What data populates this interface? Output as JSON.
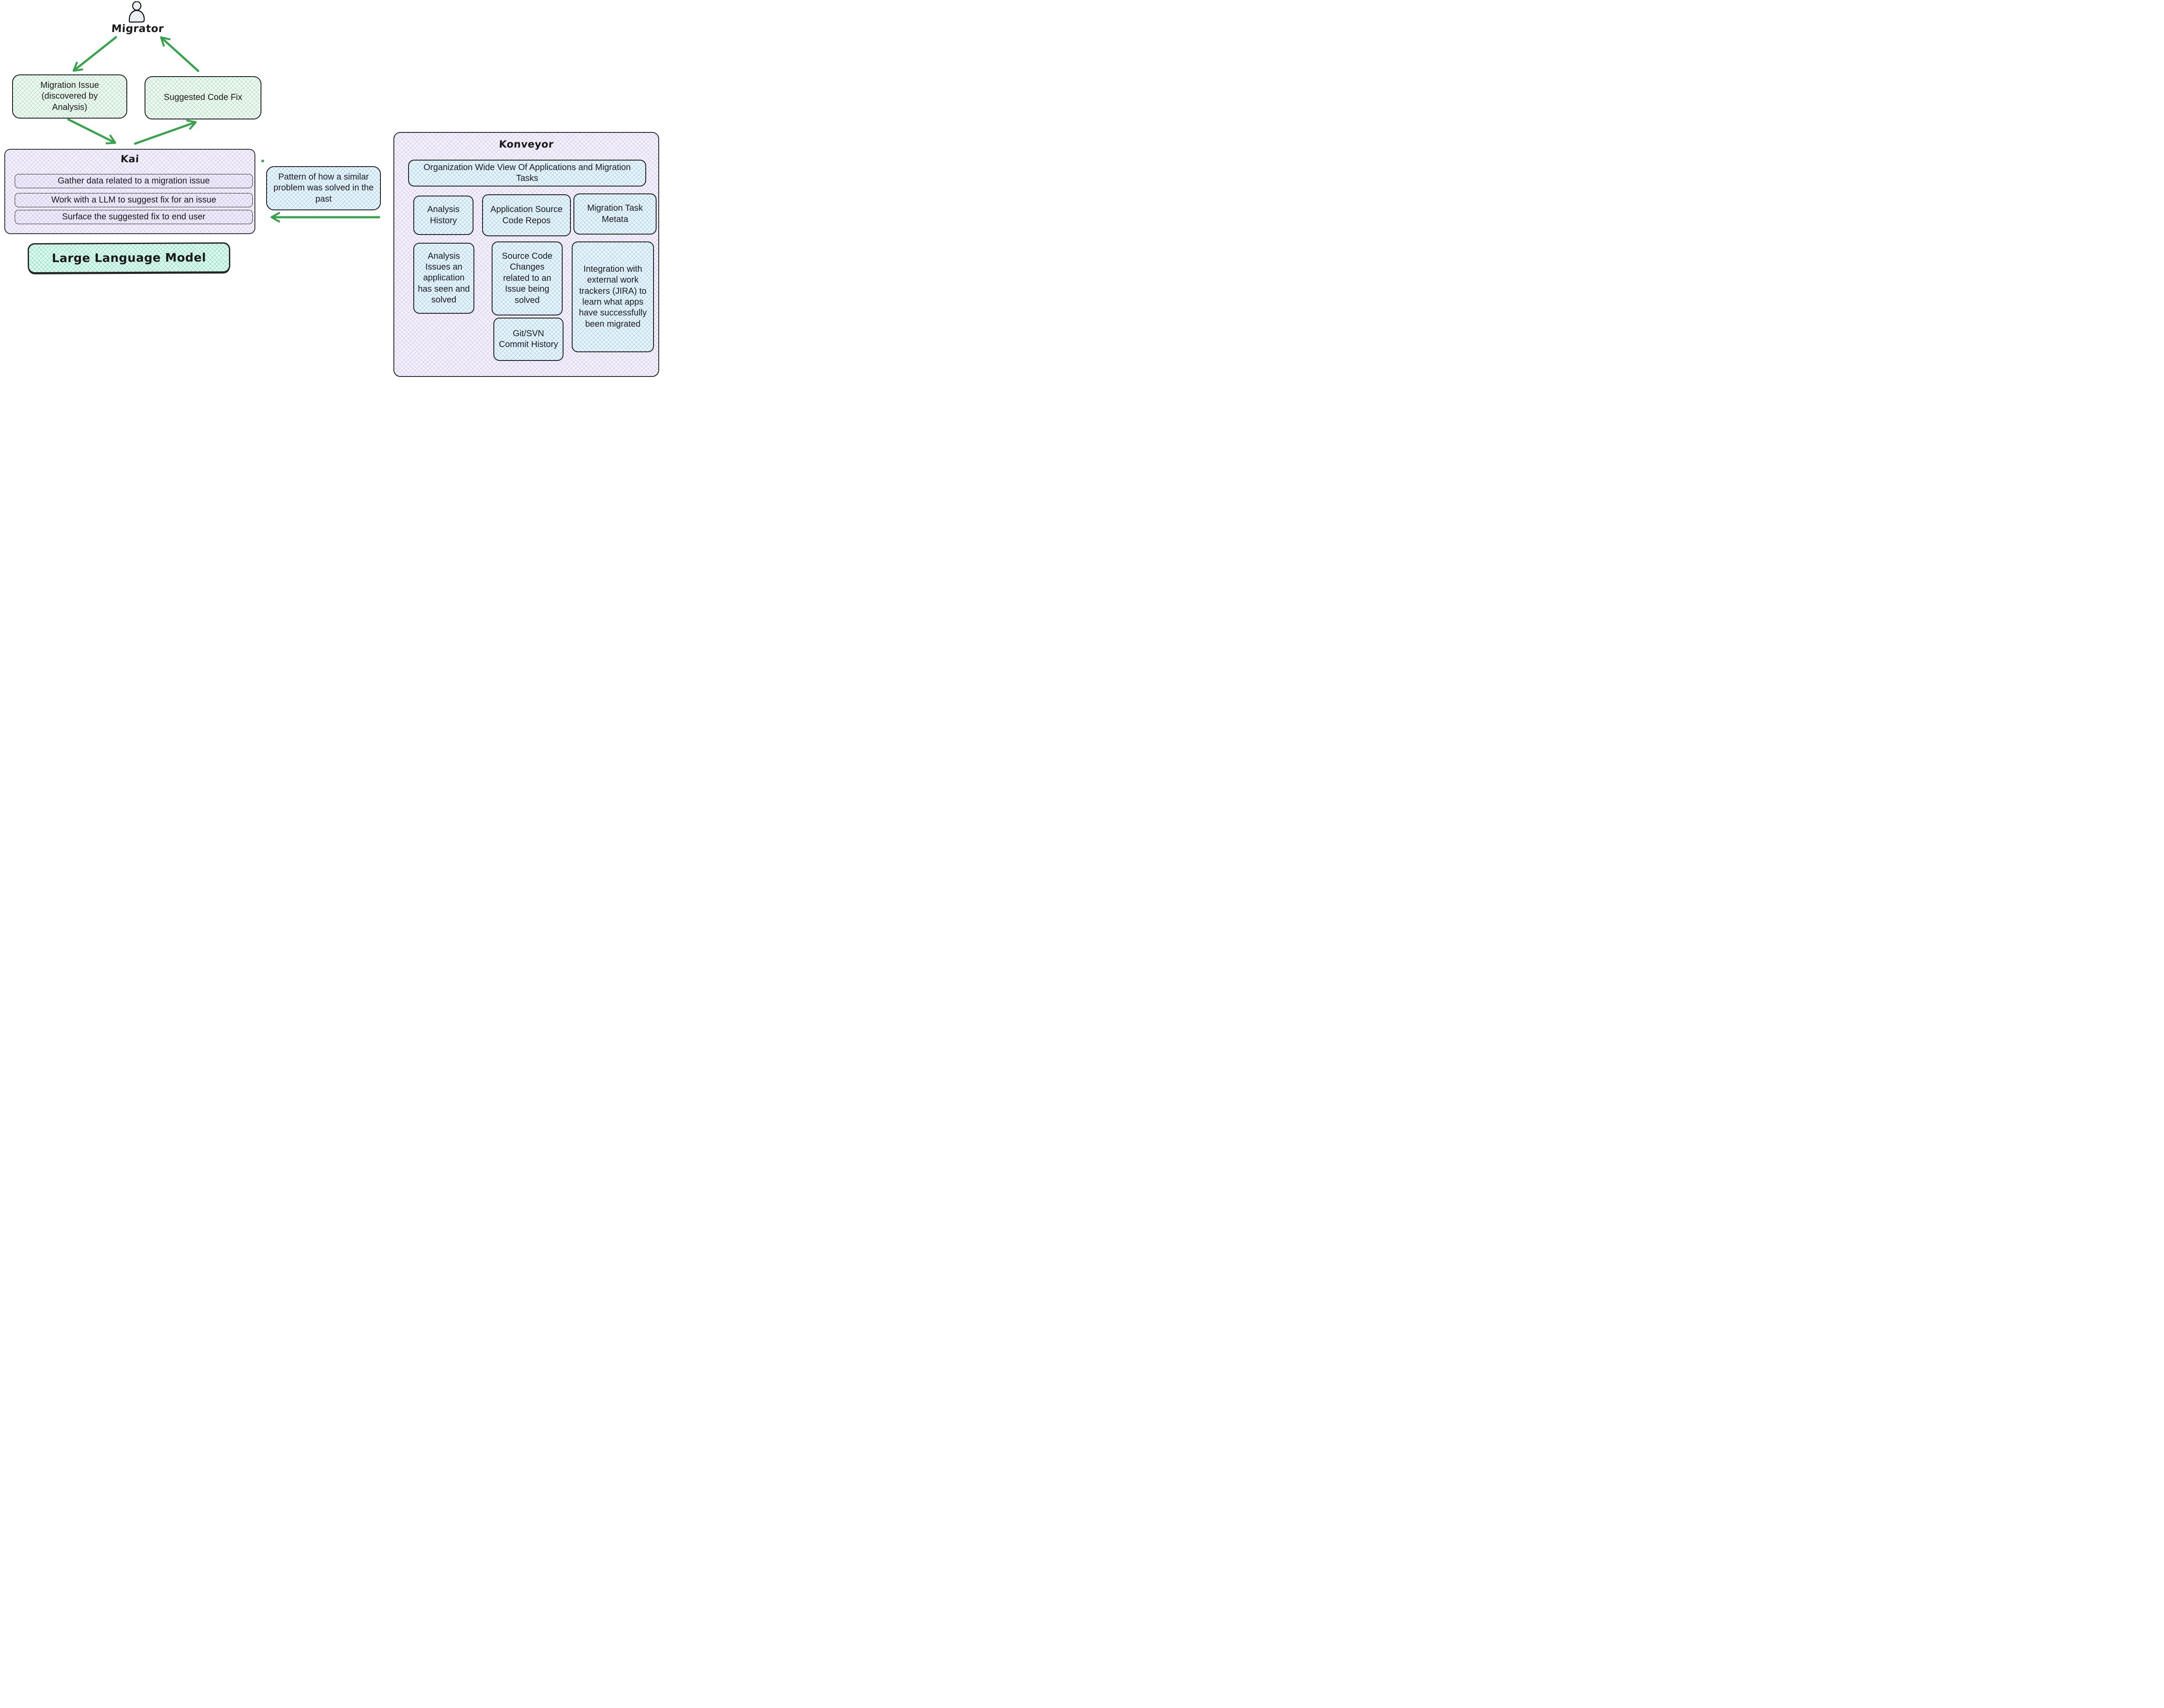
{
  "actor": {
    "label": "Migrator"
  },
  "nodes": {
    "migration_issue": "Migration Issue (discovered by Analysis)",
    "suggested_code_fix": "Suggested Code Fix",
    "pattern": "Pattern of how a similar problem was solved in the past",
    "llm": "Large Language Model"
  },
  "kai": {
    "title": "Kai",
    "steps": [
      "Gather data related to a migration issue",
      "Work with a LLM to suggest fix for an issue",
      "Surface the suggested fix to end user"
    ]
  },
  "konveyor": {
    "title": "Konveyor",
    "header": "Organization Wide View Of Applications and Migration Tasks",
    "cards": [
      "Analysis History",
      "Application Source Code Repos",
      "Migration Task Metata",
      "Analysis Issues an application has seen and solved",
      "Source Code Changes related to an Issue being solved",
      "Git/SVN Commit History",
      "Integration with external work trackers (JIRA) to learn what apps have successfully been migrated"
    ]
  },
  "edges": [
    {
      "from": "Migrator",
      "to": "Migration Issue (discovered by Analysis)"
    },
    {
      "from": "Migration Issue (discovered by Analysis)",
      "to": "Kai"
    },
    {
      "from": "Kai",
      "to": "Suggested Code Fix"
    },
    {
      "from": "Suggested Code Fix",
      "to": "Migrator"
    },
    {
      "from": "Konveyor",
      "to": "Kai"
    }
  ],
  "colors": {
    "arrow_green": "#38a24e",
    "outline": "#1e1e1e",
    "green_fill": "#f3faf4",
    "green_hatch": "#52ba7b",
    "blue_fill": "#ebf5fd",
    "blue_hatch": "#58a6e1",
    "purple_fill": "#f4f1fc",
    "purple_hatch": "#947ede",
    "teal_fill": "#e2f9f0",
    "teal_hatch": "#22c59e",
    "person_hatch": "#c7d3de",
    "text": "#1a1a1a"
  }
}
